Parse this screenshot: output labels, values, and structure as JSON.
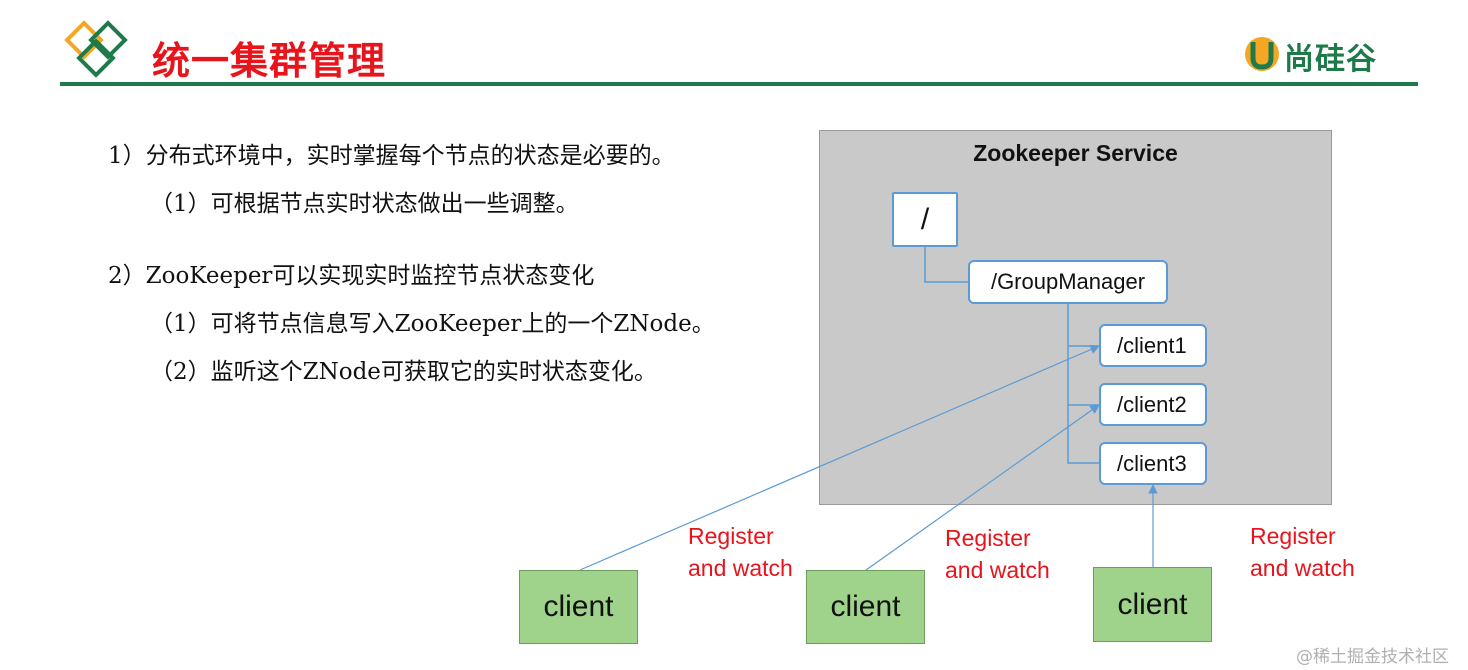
{
  "header": {
    "title": "统一集群管理",
    "brand": "尚硅谷"
  },
  "bullets": [
    {
      "id": "b1",
      "text": "1）分布式环境中，实时掌握每个节点的状态是必要的。"
    },
    {
      "id": "b1a",
      "text": "（1）可根据节点实时状态做出一些调整。"
    },
    {
      "id": "b2",
      "text": "2）ZooKeeper可以实现实时监控节点状态变化"
    },
    {
      "id": "b2a",
      "text": "（1）可将节点信息写入ZooKeeper上的一个ZNode。"
    },
    {
      "id": "b2b",
      "text": "（2）监听这个ZNode可获取它的实时状态变化。"
    }
  ],
  "service": {
    "title": "Zookeeper Service",
    "root": "/",
    "group": "/GroupManager",
    "children": [
      "/client1",
      "/client2",
      "/client3"
    ]
  },
  "clients": [
    {
      "label": "client",
      "register": "Register",
      "watch": "and watch"
    },
    {
      "label": "client",
      "register": "Register",
      "watch": "and watch"
    },
    {
      "label": "client",
      "register": "Register",
      "watch": "and watch"
    }
  ],
  "watermark": "@稀土掘金技术社区",
  "colors": {
    "title_red": "#e8141c",
    "brand_green": "#1f7a4a",
    "znode_border": "#5b9bd5",
    "client_fill": "#9fd28a",
    "panel_fill": "#c9c9c9",
    "arrow_blue": "#5b9bd5"
  }
}
